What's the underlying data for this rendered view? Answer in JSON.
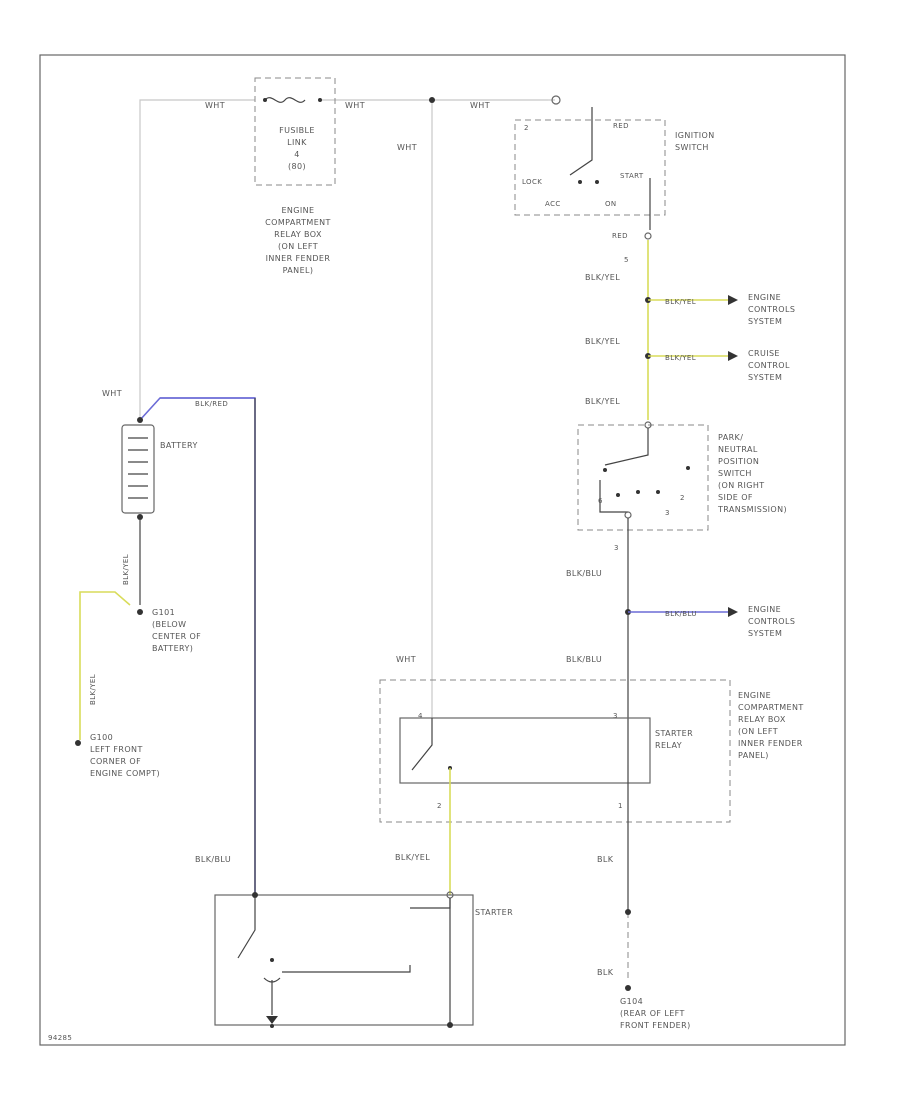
{
  "fusible_link": {
    "lines": [
      "FUSIBLE",
      "LINK",
      "4",
      "(80)"
    ]
  },
  "relay_box_top": {
    "lines": [
      "ENGINE",
      "COMPARTMENT",
      "RELAY BOX",
      "(ON LEFT",
      "INNER FENDER",
      "PANEL)"
    ]
  },
  "ignition_switch": {
    "lines": [
      "IGNITION",
      "SWITCH"
    ],
    "positions": {
      "lock": "LOCK",
      "acc": "ACC",
      "on": "ON",
      "start": "START"
    },
    "pin_labels": {
      "wht": "WHT",
      "red": "RED"
    }
  },
  "wire_labels": {
    "wht_1": "WHT",
    "wht_2": "WHT",
    "wht_3": "WHT",
    "wht_vert": "WHT",
    "wht_batt": "WHT",
    "wht_relay": "WHT",
    "blk_red": "BLK/RED",
    "blk_yel_1": "BLK/YEL",
    "blk_yel_2": "BLK/YEL",
    "blk_yel_3": "BLK/YEL",
    "blk_yel_4": "BLK/YEL",
    "blk_yel_5": "BLK/YEL",
    "blk_yel_starter": "BLK/YEL",
    "blk_blu_1": "BLK/BLU",
    "blk_blu_2": "BLK/BLU",
    "blk_blu_3": "BLK/BLU",
    "blk_blu_starter": "BLK/BLU",
    "blk_1": "BLK",
    "blk_2": "BLK",
    "grn_blk_1": "BLK/YEL",
    "grn_blk_2": "BLK/YEL",
    "red_pin": "RED"
  },
  "engine_controls_1": {
    "lines": [
      "ENGINE",
      "CONTROLS",
      "SYSTEM"
    ]
  },
  "cruise_control": {
    "lines": [
      "CRUISE",
      "CONTROL",
      "SYSTEM"
    ]
  },
  "engine_controls_2": {
    "lines": [
      "ENGINE",
      "CONTROLS",
      "SYSTEM"
    ]
  },
  "battery": {
    "label": "BATTERY"
  },
  "g101": {
    "lines": [
      "G101",
      "(BELOW",
      "CENTER OF",
      "BATTERY)"
    ]
  },
  "g100": {
    "lines": [
      "G100",
      "LEFT FRONT",
      "CORNER OF",
      "ENGINE COMPT)"
    ]
  },
  "pn_switch": {
    "lines": [
      "PARK/",
      "NEUTRAL",
      "POSITION",
      "SWITCH",
      "(ON RIGHT",
      "SIDE OF",
      "TRANSMISSION)"
    ]
  },
  "relay_box_bottom": {
    "lines": [
      "ENGINE",
      "COMPARTMENT",
      "RELAY BOX",
      "(ON LEFT",
      "INNER FENDER",
      "PANEL)"
    ]
  },
  "starter_relay": {
    "lines": [
      "STARTER",
      "RELAY"
    ]
  },
  "starter": {
    "label": "STARTER"
  },
  "g104": {
    "lines": [
      "G104",
      "(REAR OF LEFT",
      "FRONT FENDER)"
    ]
  },
  "pins": {
    "p1": "1",
    "p2": "2",
    "p3": "3",
    "p4": "4",
    "p5": "5",
    "p6": "6"
  },
  "corner_code": "94285"
}
